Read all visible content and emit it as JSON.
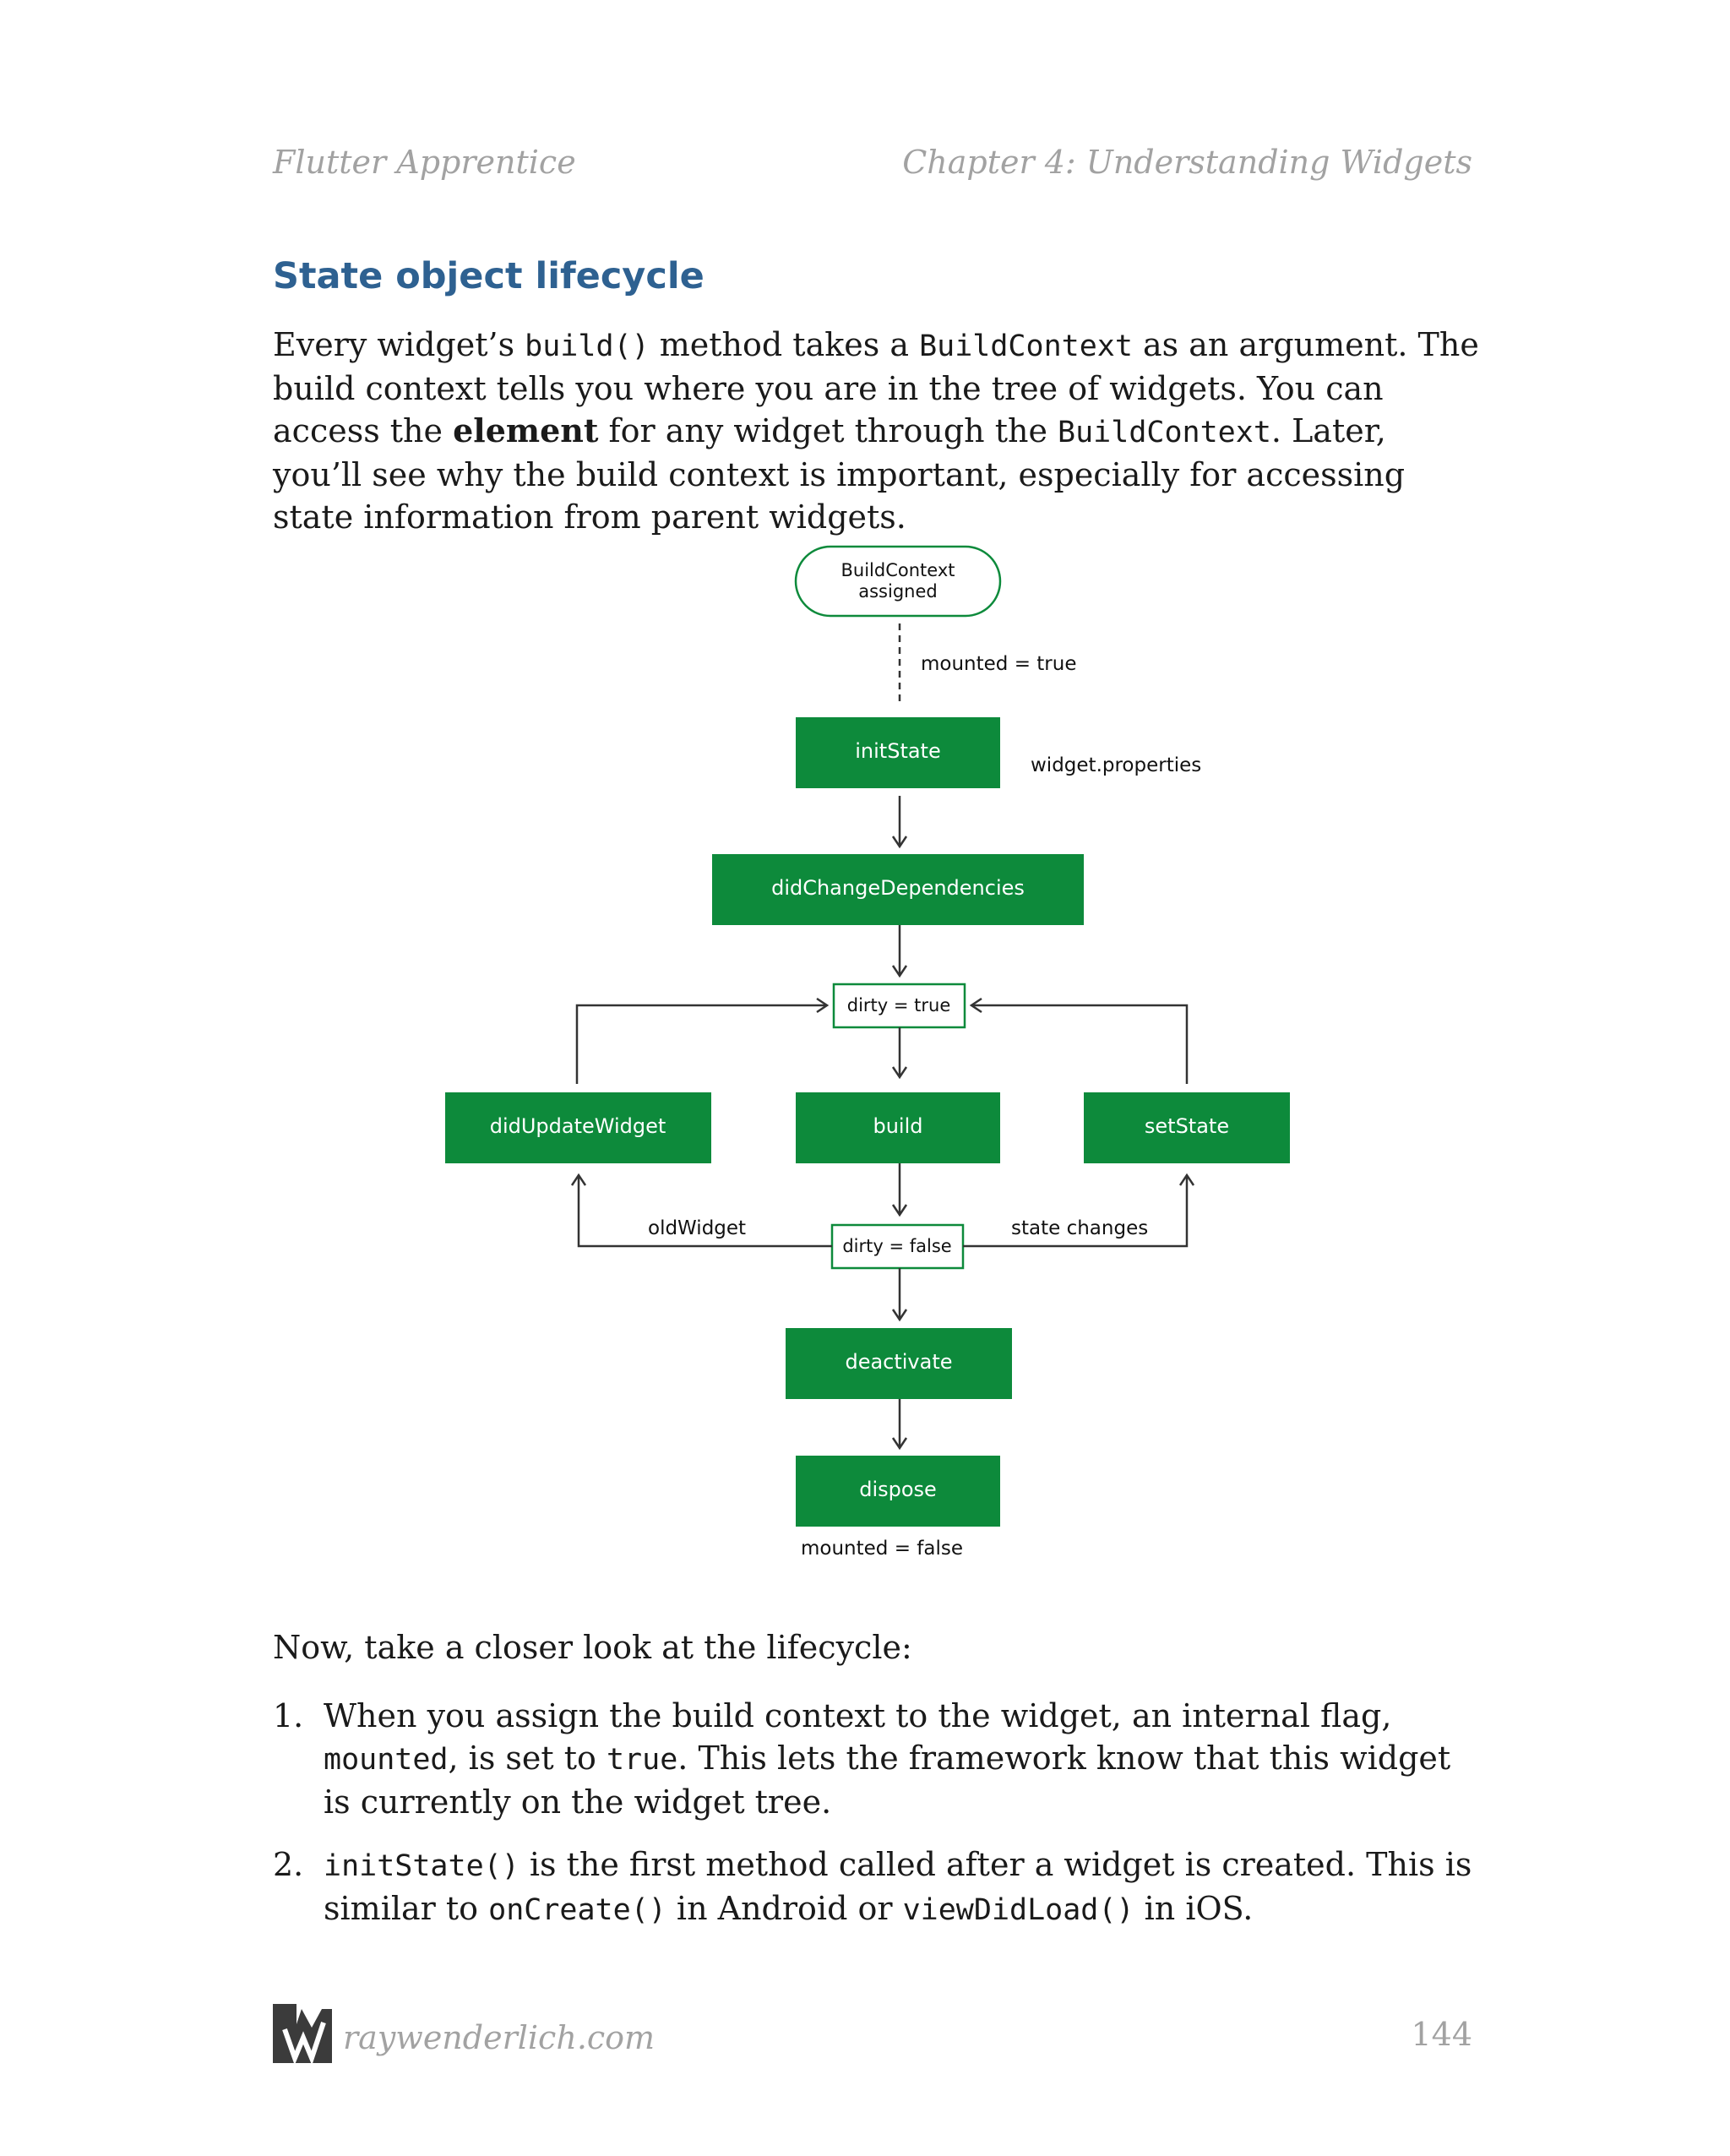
{
  "header": {
    "book_title": "Flutter Apprentice",
    "chapter": "Chapter 4: Understanding Widgets"
  },
  "section": {
    "title": "State object lifecycle"
  },
  "intro": {
    "t1": "Every widget’s ",
    "c1": "build()",
    "t2": " method takes a ",
    "c2": "BuildContext",
    "t3": " as an argument. The build context tells you where you are in the tree of widgets. You can access the ",
    "b1": "element",
    "t4": " for any widget through the ",
    "c3": "BuildContext",
    "t5": ". Later, you’ll see why the build context is important, especially for accessing state information from parent widgets."
  },
  "diagram": {
    "start_line1": "BuildContext",
    "start_line2": "assigned",
    "mounted_true": "mounted = true",
    "init_state": "initState",
    "widget_properties": "widget.properties",
    "did_change_dependencies": "didChangeDependencies",
    "dirty_true": "dirty = true",
    "did_update_widget": "didUpdateWidget",
    "build": "build",
    "set_state": "setState",
    "old_widget": "oldWidget",
    "state_changes": "state changes",
    "dirty_false": "dirty = false",
    "deactivate": "deactivate",
    "dispose": "dispose",
    "mounted_false": "mounted = false",
    "colors": {
      "box_fill": "#0d8a3b",
      "outline": "#0d8a3b",
      "line": "#333333"
    }
  },
  "lifecycle_intro": "Now, take a closer look at the lifecycle:",
  "list": [
    {
      "num": "1.",
      "t1": "When you assign the build context to the widget, an internal flag, ",
      "c1": "mounted",
      "t2": ", is set to ",
      "c2": "true",
      "t3": ". This lets the framework know that this widget is currently on the widget tree."
    },
    {
      "num": "2.",
      "c1": "initState()",
      "t1": " is the first method called after a widget is created. This is similar to ",
      "c2": "onCreate()",
      "t2": " in Android or ",
      "c3": "viewDidLoad()",
      "t3": " in iOS."
    }
  ],
  "footer": {
    "site": "raywenderlich.com",
    "page": "144"
  }
}
